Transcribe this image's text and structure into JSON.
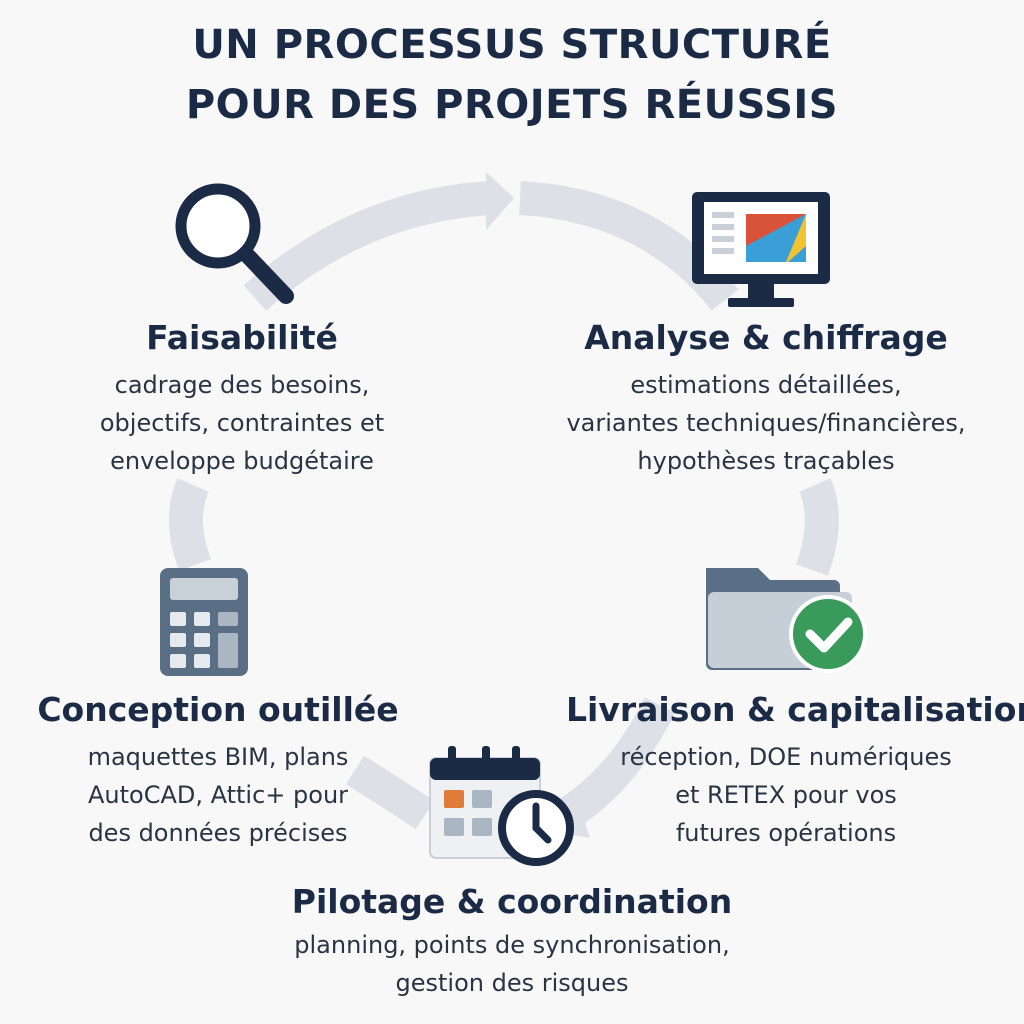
{
  "title": {
    "line1": "UN PROCESSUS STRUCTURÉ",
    "line2": "POUR DES PROJETS RÉUSSIS"
  },
  "steps": [
    {
      "title": "Faisabilité",
      "lines": [
        "cadrage des besoins,",
        "objectifs, contraintes et",
        "enveloppe budgétaire"
      ],
      "icon": "magnifying-glass-icon"
    },
    {
      "title": "Analyse & chiffrage",
      "lines": [
        "estimations détaillées,",
        "variantes techniques/financières,",
        "hypothèses traçables"
      ],
      "icon": "monitor-chart-icon"
    },
    {
      "title": "Livraison & capitalisation",
      "lines": [
        "réception, DOE numériques",
        "et RETEX pour vos",
        "futures opérations"
      ],
      "icon": "folder-check-icon"
    },
    {
      "title": "Pilotage & coordination",
      "lines": [
        "planning, points de synchronisation,",
        "gestion des risques"
      ],
      "icon": "calendar-clock-icon"
    },
    {
      "title": "Conception outillée",
      "lines": [
        "maquettes BIM, plans",
        "AutoCAD, Attic+ pour",
        "des données précises"
      ],
      "icon": "calculator-icon"
    }
  ],
  "colors": {
    "navy": "#1b2b45",
    "slate": "#5a6f86",
    "arrow": "#dde0e6",
    "check_green": "#3a9a5b",
    "orange": "#e07b39",
    "accent_red": "#d9533a",
    "accent_blue": "#3a9fd6",
    "accent_yellow": "#f2c230"
  }
}
